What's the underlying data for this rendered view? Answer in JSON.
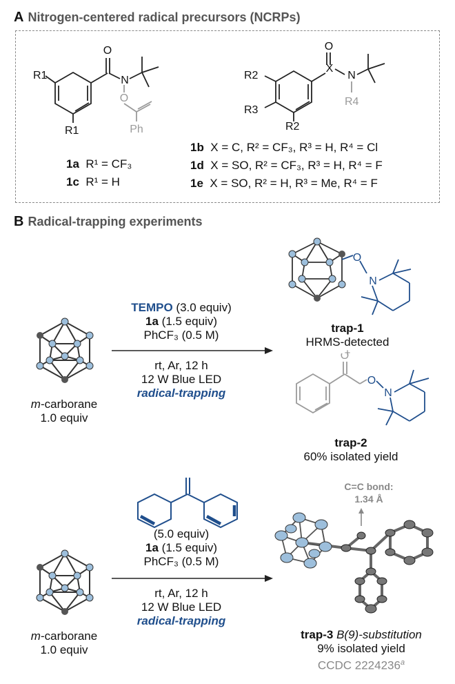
{
  "sectionA": {
    "letter": "A",
    "title": "Nitrogen-centered radical precursors (NCRPs)",
    "structureLeft": {
      "atoms": [
        "O",
        "N",
        "O",
        "Ph",
        "R1",
        "R1"
      ]
    },
    "structureRight": {
      "atoms": [
        "O",
        "X",
        "N",
        "R2",
        "R3",
        "R2",
        "R4"
      ]
    },
    "compounds": [
      {
        "id": "1a",
        "desc": "R¹ = CF₃"
      },
      {
        "id": "1c",
        "desc": "R¹ = H"
      },
      {
        "id": "1b",
        "desc": "X = C, R² = CF₃, R³ = H, R⁴ = Cl"
      },
      {
        "id": "1d",
        "desc": "X = SO, R² = CF₃, R³ = H, R⁴ = F"
      },
      {
        "id": "1e",
        "desc": "X = SO, R² = H, R³ = Me, R⁴ = F"
      }
    ]
  },
  "sectionB": {
    "letter": "B",
    "title": "Radical-trapping experiments",
    "reaction1": {
      "substrate": {
        "name_italic": "m",
        "name": "-carborane",
        "equiv": "1.0 equiv"
      },
      "reagent_main": "TEMPO",
      "reagent_main_equiv": "(3.0 equiv)",
      "reagent2_id": "1a",
      "reagent2_equiv": "(1.5 equiv)",
      "solvent": "PhCF₃ (0.5 M)",
      "cond1": "rt, Ar, 12 h",
      "cond2": "12 W Blue LED",
      "cond3": "radical-trapping",
      "product1_id": "trap-1",
      "product1_note": "HRMS-detected",
      "plus": "+",
      "product2_id": "trap-2",
      "product2_note": "60% isolated yield",
      "atoms": [
        "O",
        "N",
        "O",
        "O",
        "N"
      ]
    },
    "reaction2": {
      "substrate": {
        "name_italic": "m",
        "name": "-carborane",
        "equiv": "1.0 equiv"
      },
      "reagent_main_equiv": "(5.0 equiv)",
      "reagent2_id": "1a",
      "reagent2_equiv": "(1.5 equiv)",
      "solvent": "PhCF₃ (0.5 M)",
      "cond1": "rt, Ar, 12 h",
      "cond2": "12 W Blue LED",
      "cond3": "radical-trapping",
      "product_id": "trap-3",
      "product_sub": "B(9)-substitution",
      "product_yield": "9% isolated yield",
      "ccdc": "CCDC 2224236",
      "ccdc_sup": "a",
      "bond_label1": "C=C bond:",
      "bond_label2": "1.34 Å"
    }
  },
  "colors": {
    "blue": "#1f4e8c",
    "gray": "#888888",
    "boron": "#9dbfdc",
    "carbon": "#555555"
  }
}
